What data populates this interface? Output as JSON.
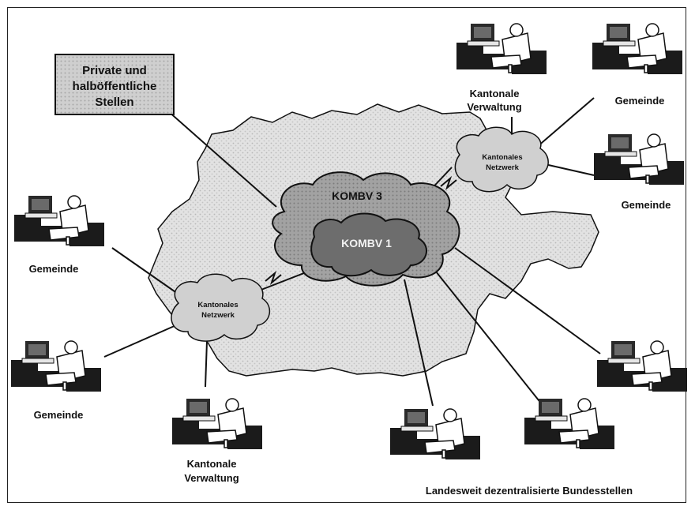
{
  "title_box": {
    "lines": [
      "Private und",
      "halböffentliche",
      "Stellen"
    ]
  },
  "clouds": {
    "outer": "KOMBV 3",
    "inner": "KOMBV 1",
    "cantonal_right": [
      "Kantonales",
      "Netzwerk"
    ],
    "cantonal_left": [
      "Kantonales",
      "Netzwerk"
    ]
  },
  "labels": {
    "kv_top": [
      "Kantonale",
      "Verwaltung"
    ],
    "gemeinde_top_right": "Gemeinde",
    "gemeinde_mid_right": "Gemeinde",
    "gemeinde_left_upper": "Gemeinde",
    "gemeinde_left_lower": "Gemeinde",
    "kv_bottom": [
      "Kantonale",
      "Verwaltung"
    ],
    "bundesstellen": "Landesweit dezentralisierte Bundesstellen"
  },
  "colors": {
    "map_fill": "#dcdcdc",
    "outer_cloud": "#a9a9a9",
    "inner_cloud": "#6f6f6f",
    "cantonal_cloud": "#cfcfcf",
    "title_box": "#c9c9c9"
  }
}
